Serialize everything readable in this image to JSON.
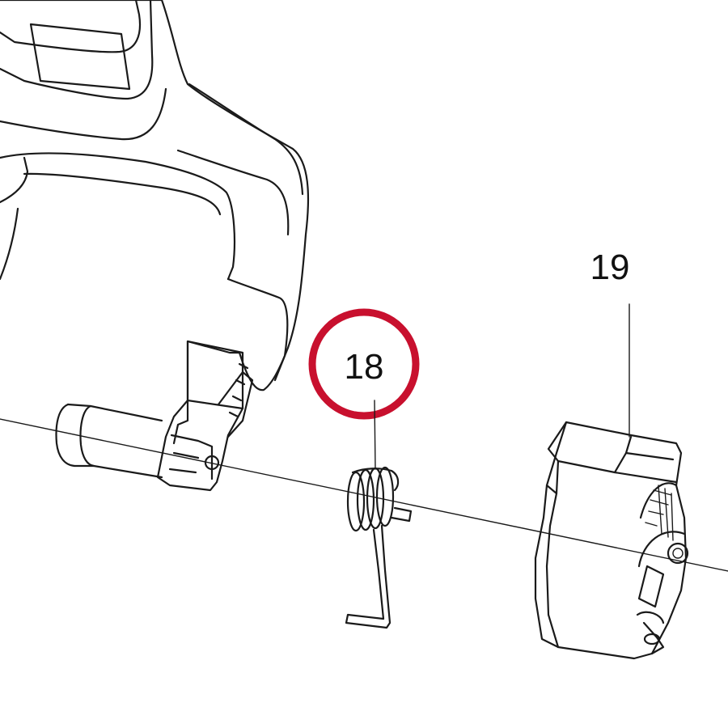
{
  "callouts": [
    {
      "id": "callout-18",
      "label": "18",
      "highlighted": true
    },
    {
      "id": "callout-19",
      "label": "19",
      "highlighted": false
    }
  ],
  "colors": {
    "line": "#1a1a1a",
    "highlight_ring": "#c8102e",
    "background": "#ffffff"
  }
}
